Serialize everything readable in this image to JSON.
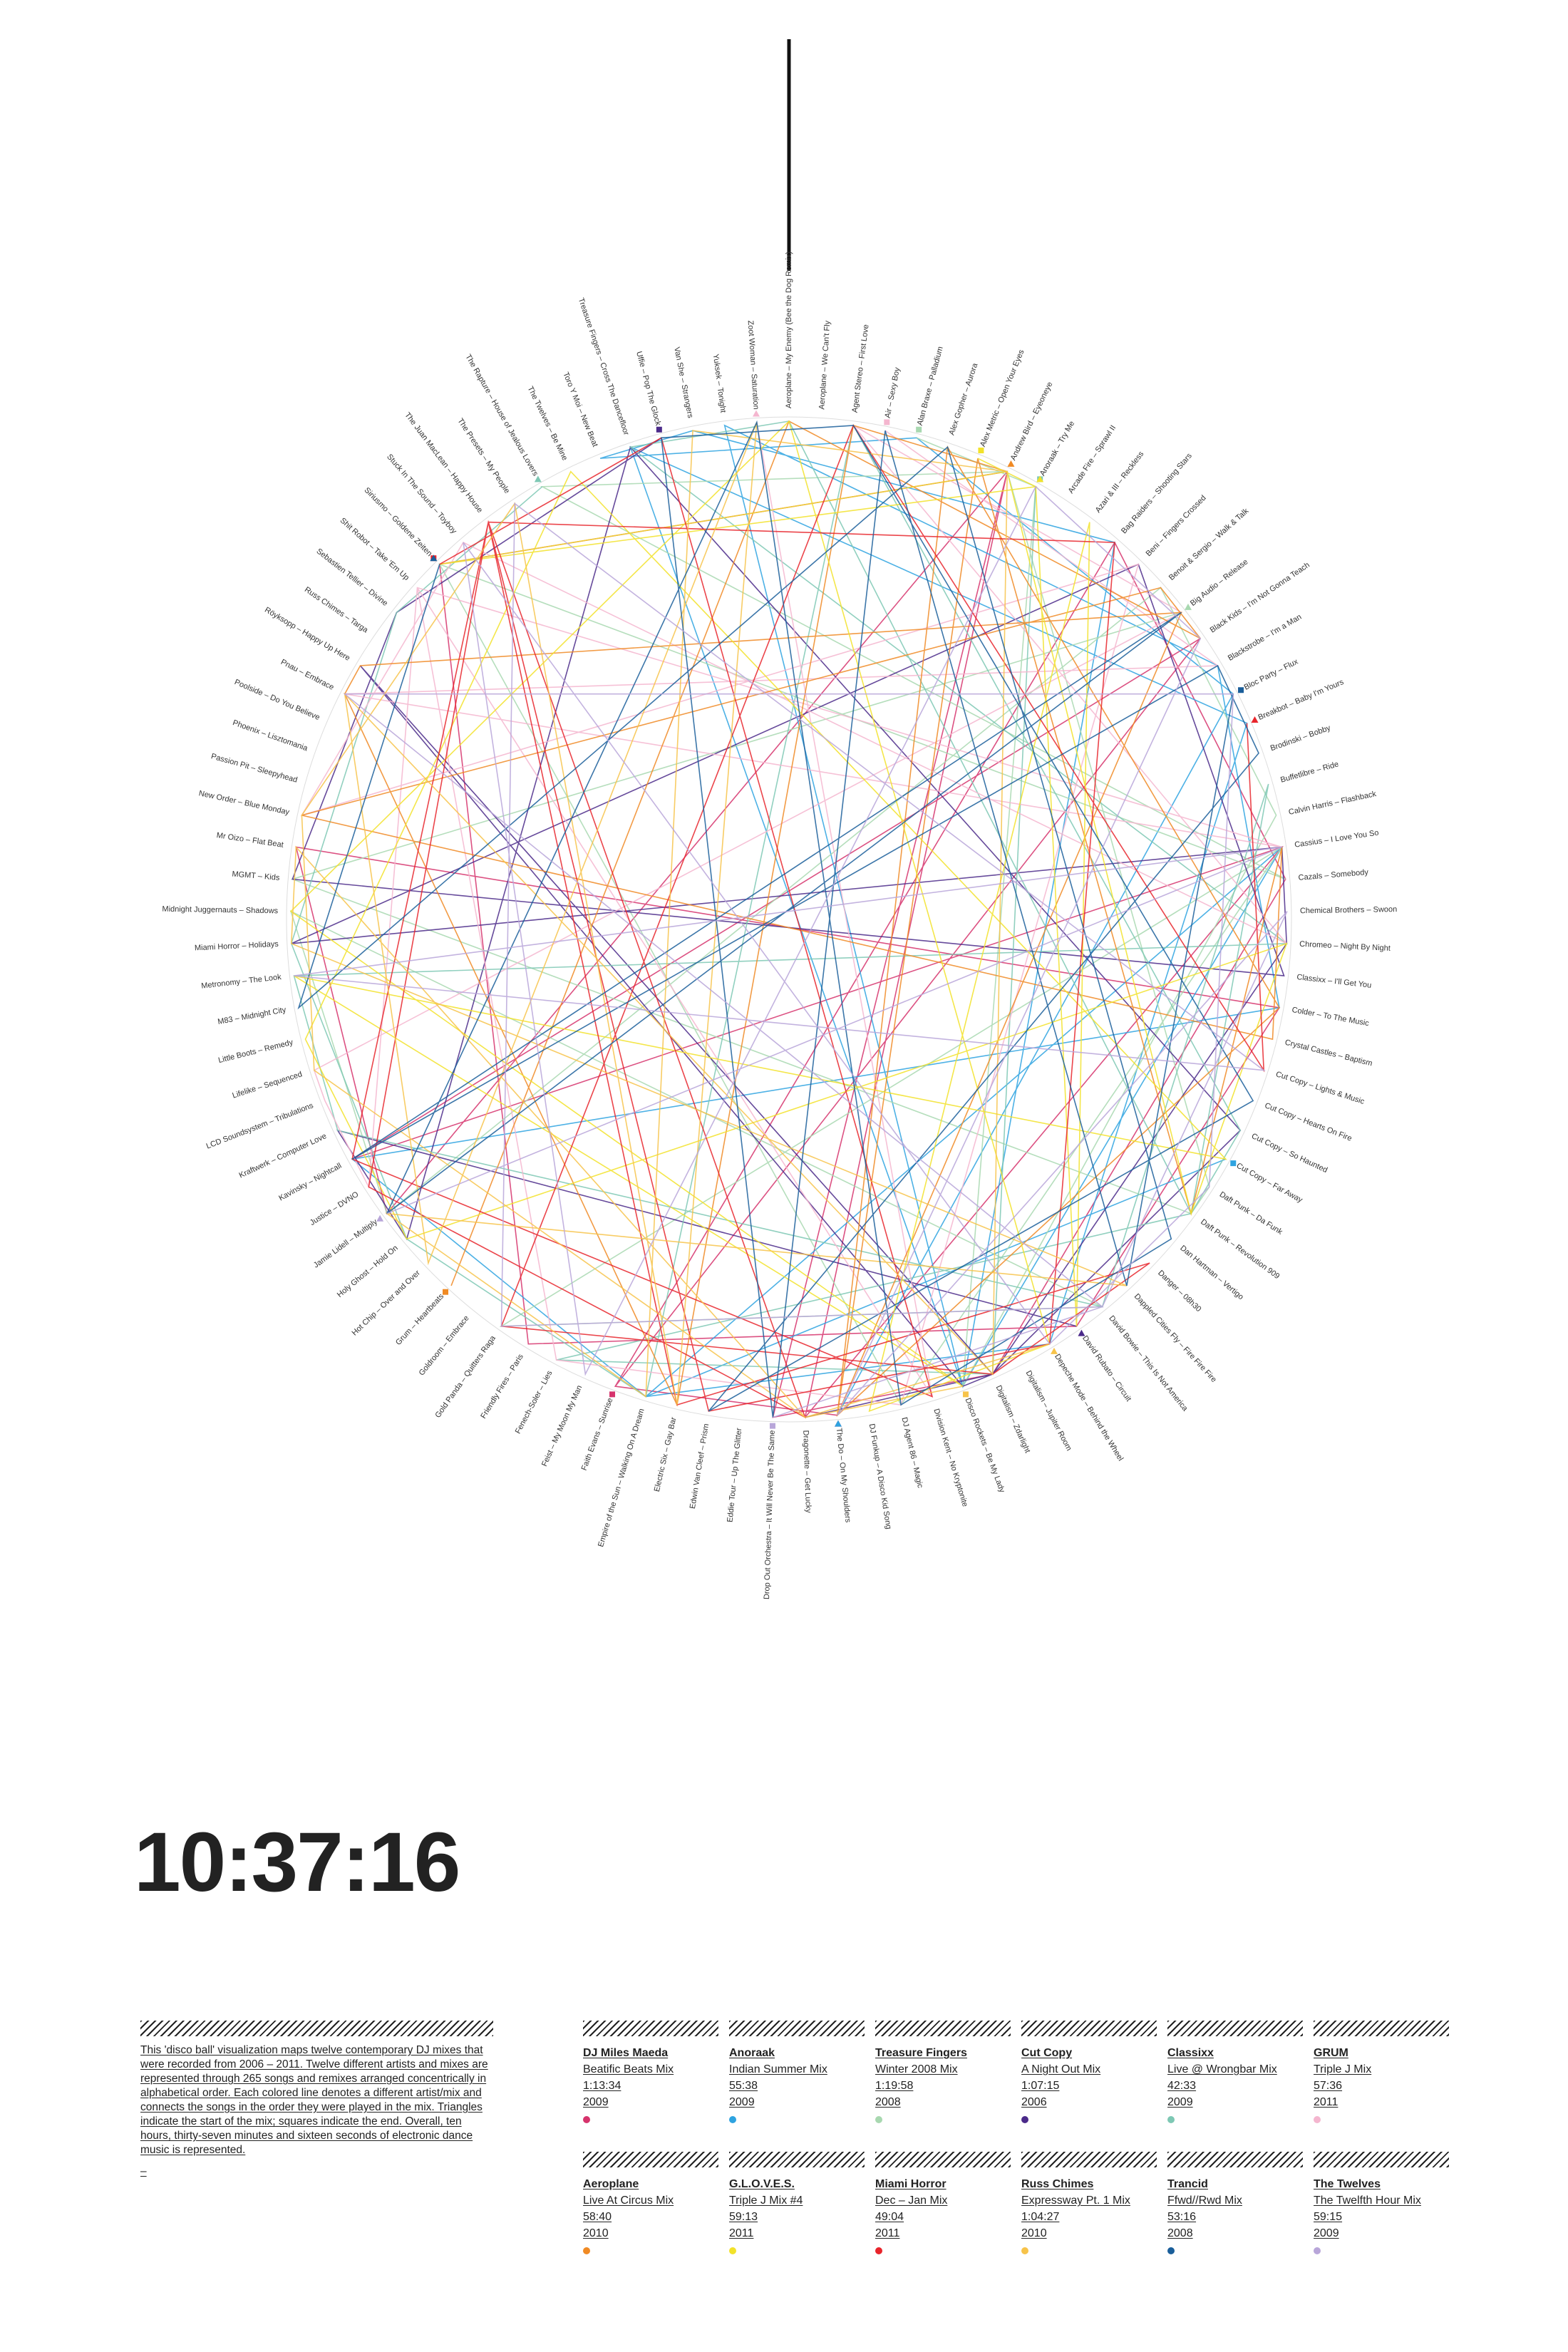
{
  "total_time": "10:37:16",
  "description": "This 'disco ball' visualization maps twelve contemporary DJ mixes that were recorded from 2006 – 2011. Twelve different artists and mixes are represented through 265 songs and remixes arranged concentrically in alphabetical order. Each colored line denotes a different artist/mix and connects the songs in the order they were played in the mix. Triangles indicate the start of the mix; squares indicate the end. Overall, ten hours, thirty-seven minutes and sixteen seconds of electronic dance music is represented.",
  "description_tail": "–",
  "mixes": [
    {
      "artist": "DJ Miles Maeda",
      "mix": "Beatific Beats Mix",
      "duration": "1:13:34",
      "year": "2009",
      "color": "#d6336c"
    },
    {
      "artist": "Anoraak",
      "mix": "Indian Summer Mix",
      "duration": "55:38",
      "year": "2009",
      "color": "#2ea3e0"
    },
    {
      "artist": "Treasure Fingers",
      "mix": "Winter 2008 Mix",
      "duration": "1:19:58",
      "year": "2008",
      "color": "#a8d8b0"
    },
    {
      "artist": "Cut Copy",
      "mix": "A Night Out Mix",
      "duration": "1:07:15",
      "year": "2006",
      "color": "#4b2a8a"
    },
    {
      "artist": "Classixx",
      "mix": "Live @ Wrongbar Mix",
      "duration": "42:33",
      "year": "2009",
      "color": "#7ec8b4"
    },
    {
      "artist": "GRUM",
      "mix": "Triple J Mix",
      "duration": "57:36",
      "year": "2011",
      "color": "#f4b6cf"
    },
    {
      "artist": "Aeroplane",
      "mix": "Live At Circus Mix",
      "duration": "58:40",
      "year": "2010",
      "color": "#f08a24"
    },
    {
      "artist": "G.L.O.V.E.S.",
      "mix": "Triple J Mix #4",
      "duration": "59:13",
      "year": "2011",
      "color": "#f2e22a"
    },
    {
      "artist": "Miami Horror",
      "mix": "Dec – Jan Mix",
      "duration": "49:04",
      "year": "2011",
      "color": "#e8242b"
    },
    {
      "artist": "Russ Chimes",
      "mix": "Expressway Pt. 1 Mix",
      "duration": "1:04:27",
      "year": "2010",
      "color": "#f7c34a"
    },
    {
      "artist": "Trancid",
      "mix": "Ffwd//Rwd Mix",
      "duration": "53:16",
      "year": "2008",
      "color": "#1a5e9a"
    },
    {
      "artist": "The Twelves",
      "mix": "The Twelfth Hour Mix",
      "duration": "59:15",
      "year": "2009",
      "color": "#b8a6d9"
    }
  ],
  "songs": [
    "Aeroplane – My Enemy (Bee the Dog Remix)",
    "Aeroplane – We Can't Fly",
    "Agent Stereo – First Love",
    "Air – Sexy Boy",
    "Alan Braxe – Palladium",
    "Alex Gopher – Aurora",
    "Alex Metric – Open Your Eyes",
    "Andrew Bird – Eyeoneye",
    "Anoraak – Try Me",
    "Arcade Fire – Sprawl II",
    "Azari & III – Reckless",
    "Bag Raiders – Shooting Stars",
    "Beni – Fingers Crossed",
    "Benoit & Sergio – Walk & Talk",
    "Big Audio – Release",
    "Black Kids – I'm Not Gonna Teach",
    "Blackstrobe – I'm a Man",
    "Bloc Party – Flux",
    "Breakbot – Baby I'm Yours",
    "Brodinski – Bobby",
    "Buffetlibre – Ride",
    "Calvin Harris – Flashback",
    "Cassius – I Love You So",
    "Cazals – Somebody",
    "Chemical Brothers – Swoon",
    "Chromeo – Night By Night",
    "Classixx – I'll Get You",
    "Colder – To The Music",
    "Crystal Castles – Baptism",
    "Cut Copy – Lights & Music",
    "Cut Copy – Hearts On Fire",
    "Cut Copy – So Haunted",
    "Cut Copy – Far Away",
    "Daft Punk – Da Funk",
    "Daft Punk – Revolution 909",
    "Dan Hartman – Vertigo",
    "Danger – 08h30",
    "Dappled Cities Fly – Fire Fire Fire",
    "David Bowie – This Is Not America",
    "David Rubato – Circuit",
    "Depeche Mode – Behind the Wheel",
    "Digitalism – Jupiter Room",
    "Digitalism – Zdarlight",
    "Disco Rockets – Be My Lady",
    "Division Kent – No Kryptonite",
    "DJ Agent 86 – Magic",
    "DJ Funkup – A Disco Kid Song",
    "The Do – On My Shoulders",
    "Dragonette – Get Lucky",
    "Drop Out Orchestra – It Will Never Be The Same",
    "Eddie Tour – Up The Glitter",
    "Edwin Van Cleef – Prism",
    "Electric Six – Gay Bar",
    "Empire of the Sun – Walking On A Dream",
    "Faith Evans – Sunrise",
    "Feist – My Moon My Man",
    "Fenech-Soler – Lies",
    "Friendly Fires – Paris",
    "Gold Panda – Quitters Raga",
    "Goldroom – Embrace",
    "Grum – Heartbeats",
    "Hot Chip – Over and Over",
    "Holy Ghost – Hold On",
    "Jamie Lidell – Multiply",
    "Justice – DVNO",
    "Kavinsky – Nightcall",
    "Kraftwerk – Computer Love",
    "LCD Soundsystem – Tribulations",
    "Lifelike – Sequenced",
    "Little Boots – Remedy",
    "M83 – Midnight City",
    "Metronomy – The Look",
    "Miami Horror – Holidays",
    "Midnight Juggernauts – Shadows",
    "MGMT – Kids",
    "Mr Oizo – Flat Beat",
    "New Order – Blue Monday",
    "Passion Pit – Sleepyhead",
    "Phoenix – Lisztomania",
    "Poolside – Do You Believe",
    "Pnau – Embrace",
    "Röyksopp – Happy Up Here",
    "Russ Chimes – Targa",
    "Sebastien Tellier – Divine",
    "Shit Robot – Take 'Em Up",
    "Siriusmo – Goldene Zeiten",
    "Stuck In The Sound – Toyboy",
    "The Juan MacLean – Happy House",
    "The Presets – My People",
    "The Rapture – House of Jealous Lovers",
    "The Twelves – Be Mine",
    "Toro Y Moi – New Beat",
    "Treasure Fingers – Cross The Dancefloor",
    "Uffie – Pop The Glock",
    "Van She – Strangers",
    "Yuksek – Tonight",
    "Zoot Woman – Saturation"
  ]
}
